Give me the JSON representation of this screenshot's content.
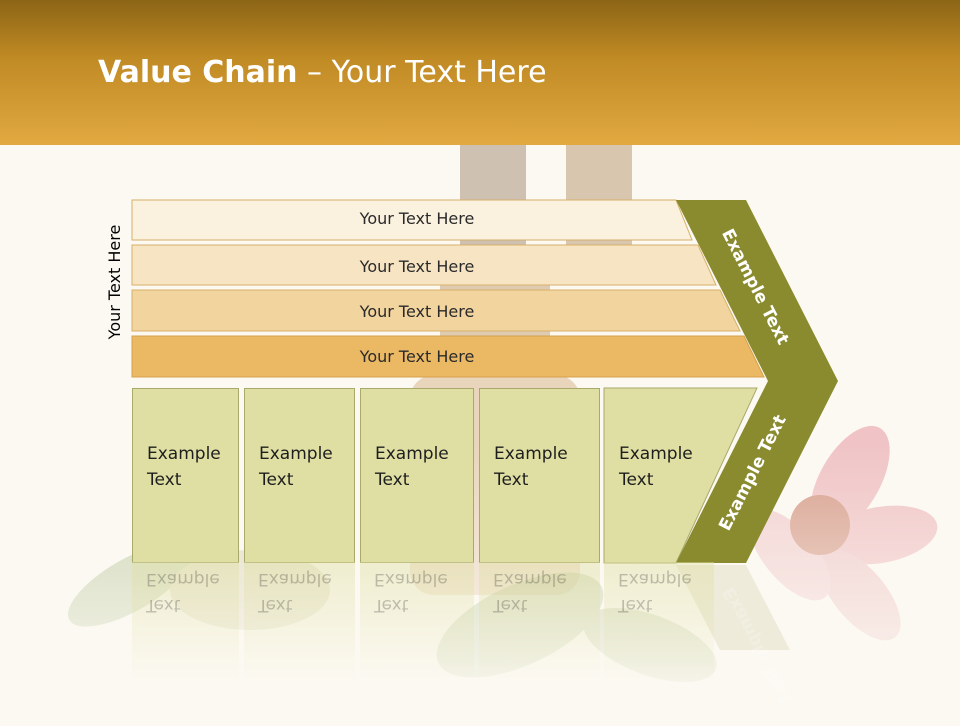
{
  "title": {
    "bold": "Value Chain",
    "rest": " – Your Text Here"
  },
  "side_label": "Your Text Here",
  "bands": [
    {
      "label": "Your Text Here"
    },
    {
      "label": "Your Text Here"
    },
    {
      "label": "Your Text Here"
    },
    {
      "label": "Your Text Here"
    }
  ],
  "cells": [
    {
      "line1": "Example",
      "line2": "Text"
    },
    {
      "line1": "Example",
      "line2": "Text"
    },
    {
      "line1": "Example",
      "line2": "Text"
    },
    {
      "line1": "Example",
      "line2": "Text"
    },
    {
      "line1": "Example",
      "line2": "Text"
    }
  ],
  "chevron": {
    "upper": "Example Text",
    "lower": "Example Text"
  },
  "colors": {
    "header": "#c08a24",
    "chevron": "#8a8b2e",
    "band1": "#fbf1df",
    "band2": "#f7e4c3",
    "band3": "#f2d49f",
    "band4": "#ebb864",
    "cell": "#dfdfa3"
  }
}
